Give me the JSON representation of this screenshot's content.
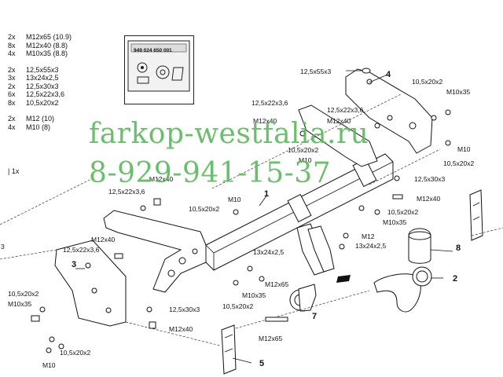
{
  "parts_list": [
    {
      "qty": "2x",
      "spec": "M12x65 (10.9)"
    },
    {
      "qty": "8x",
      "spec": "M12x40 (8.8)"
    },
    {
      "qty": "4x",
      "spec": "M10x35 (8.8)"
    },
    {
      "qty": "",
      "spec": ""
    },
    {
      "qty": "2x",
      "spec": "12,5x55x3"
    },
    {
      "qty": "3x",
      "spec": "13x24x2,5"
    },
    {
      "qty": "2x",
      "spec": "12,5x30x3"
    },
    {
      "qty": "6x",
      "spec": "12,5x22x3,6"
    },
    {
      "qty": "8x",
      "spec": "10,5x20x2"
    },
    {
      "qty": "",
      "spec": ""
    },
    {
      "qty": "2x",
      "spec": "M12 (10)"
    },
    {
      "qty": "4x",
      "spec": "M10 (8)"
    }
  ],
  "kit_note": "1x",
  "doc_number": "949 024 650 001",
  "watermark": {
    "site": "farkop-westfalia.ru",
    "phone": "8-929-941-15-37",
    "color": "#5cb85c"
  },
  "callouts": {
    "c_12_5x55x3": "12,5x55x3",
    "c_10_5x20x2_tr": "10,5x20x2",
    "c_m10x35_tr": "M10x35",
    "c_12_5x22x3_6_a": "12,5x22x3,6",
    "c_12_5x22x3_6_b": "12,5x22x3,6",
    "c_m12x40_a": "M12x40",
    "c_m12x40_b": "M12x40",
    "c_m10_a": "M10",
    "c_10_5x20x2_a": "10,5x20x2",
    "c_m10_tr": "M10",
    "c_10_5x20x2_tr2": "10,5x20x2",
    "c_12_5x30x3_r": "12,5x30x3",
    "c_m12x40_r": "M12x40",
    "c_m12x40_top": "M12x40",
    "c_12_5x22x3_6_l": "12,5x22x3,6",
    "c_m10_mid": "M10",
    "c_10_5x20x2_mid": "10,5x20x2",
    "c_10_5x20x2_r2": "10,5x20x2",
    "c_m10x35_r": "M10x35",
    "c_m12_r": "M12",
    "c_13x24x2_5_r": "13x24x2,5",
    "c_m12x40_l": "M12x40",
    "c_12_5x22x3_6_ll": "12,5x22x3,6",
    "c_13x24x2_5_c": "13x24x2,5",
    "c_m12x65_c": "M12x65",
    "c_m10x35_c": "M10x35",
    "c_10_5x20x2_c": "10,5x20x2",
    "c_10_5x20x2_l": "10,5x20x2",
    "c_m10x35_l": "M10x35",
    "c_12_5x30x3_c": "12,5x30x3",
    "c_m12x40_c": "M12x40",
    "c_10_5x20x2_bl": "10,5x20x2",
    "c_m10_bl": "M10",
    "c_m12x65_b": "M12x65",
    "c_3_left": "3"
  },
  "part_numbers": {
    "p1": "1",
    "p2": "2",
    "p3": "3",
    "p4": "4",
    "p5": "5",
    "p7": "7",
    "p8": "8"
  }
}
